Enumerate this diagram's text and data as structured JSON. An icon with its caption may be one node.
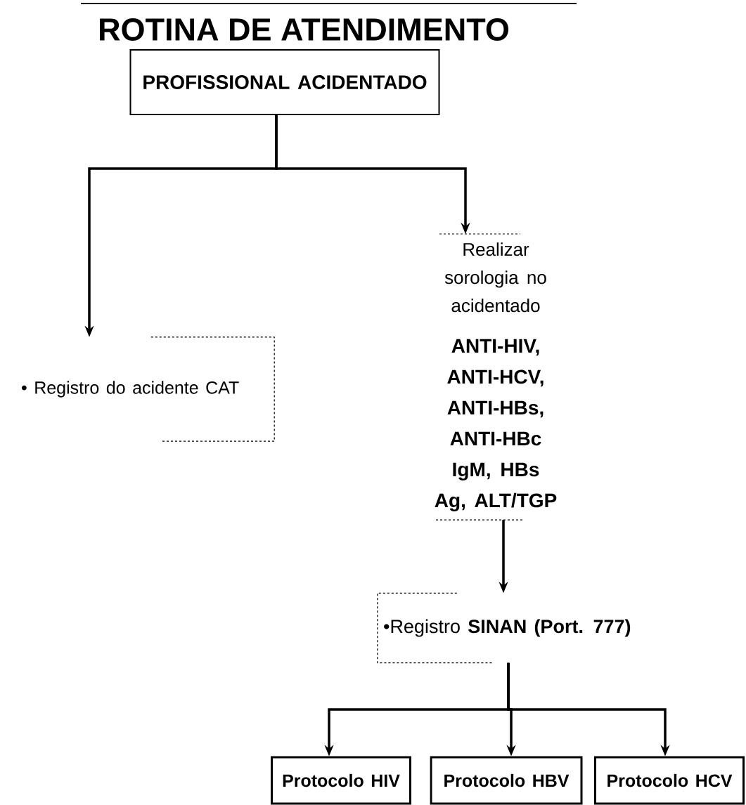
{
  "diagram": {
    "title": "ROTINA DE ATENDIMENTO",
    "nodes": [
      {
        "text": [
          "PROFISSIONAL ACIDENTADO"
        ]
      },
      {
        "text": [
          "• Registro do acidente CAT"
        ]
      },
      {
        "text": [
          "Realizar sorologia no acidentado",
          "ANTI-HIV, ANTI-HCV, ANTI-HBs, ANTI-HBc IgM, HBs Ag, ALT/TGP"
        ]
      },
      {
        "text": [
          "•Registro **SINAN (Port. 777)**"
        ]
      },
      {
        "text": [
          "Protocolo HIV"
        ]
      },
      {
        "text": [
          "Protocolo HBV"
        ]
      },
      {
        "text": [
          "Protocolo HCV"
        ]
      }
    ],
    "edges": [
      {
        "from": 0,
        "to": 1,
        "arrow": "to"
      },
      {
        "from": 0,
        "to": 2,
        "arrow": "to"
      },
      {
        "from": 2,
        "to": 3,
        "arrow": "to"
      },
      {
        "from": 3,
        "to": 4,
        "arrow": "to"
      },
      {
        "from": 3,
        "to": 5,
        "arrow": "to"
      },
      {
        "from": 3,
        "to": 6,
        "arrow": "to"
      }
    ]
  }
}
